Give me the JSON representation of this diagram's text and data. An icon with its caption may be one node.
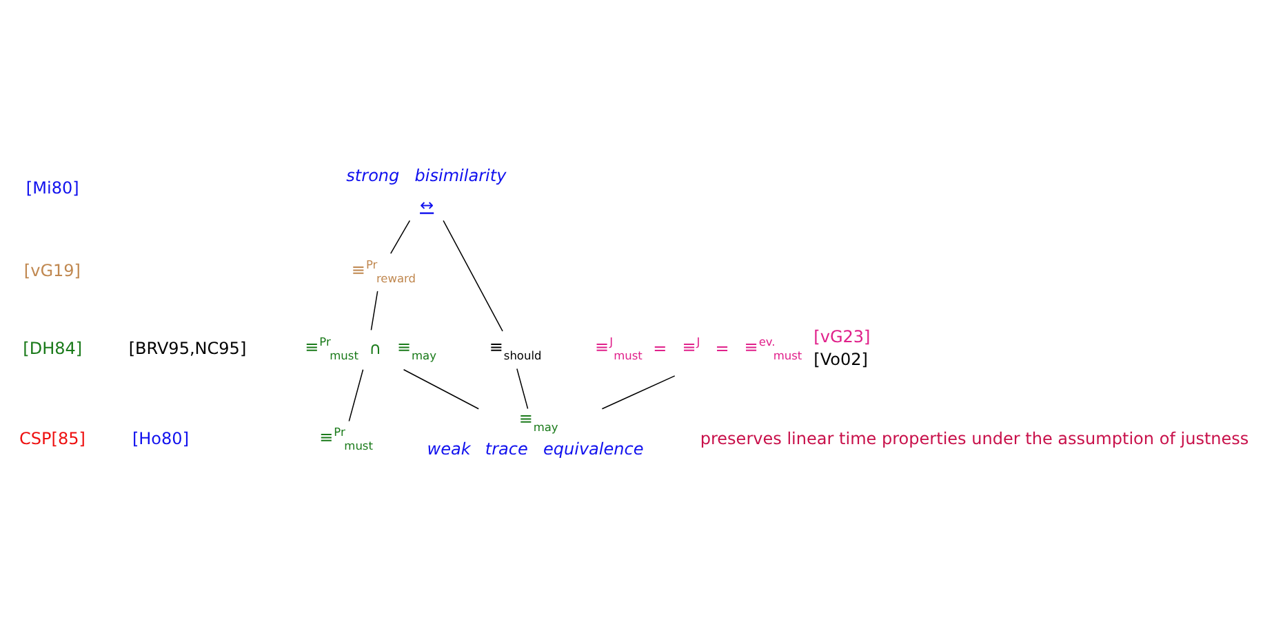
{
  "diagram": {
    "nodes": [
      {
        "text": [
          "strong bisimilarity",
          "↔"
        ]
      },
      {
        "text": [
          "≡$^{Pr}$$_{reward}$"
        ]
      },
      {
        "text": [
          "≡$^{Pr}$$_{must}$ ∩ ≡$_{may}$"
        ]
      },
      {
        "text": [
          "≡$_{should}$"
        ]
      },
      {
        "text": [
          "≡$^{J}$$_{must}$ = ≡$^{J}$ = ≡$^{ev.}$$_{must}$"
        ],
        "beside": [
          "[vG23]",
          "[Vo02]"
        ]
      },
      {
        "text": [
          "≡$^{Pr}$$_{must}$"
        ]
      },
      {
        "text": [
          "≡$_{may}$",
          "weak trace equivalence"
        ]
      }
    ],
    "edges": [
      {
        "from": 0,
        "to": 1,
        "arrow": "none"
      },
      {
        "from": 0,
        "to": 3,
        "arrow": "none"
      },
      {
        "from": 1,
        "to": 2,
        "arrow": "none"
      },
      {
        "from": 2,
        "to": 5,
        "arrow": "none"
      },
      {
        "from": 2,
        "to": 6,
        "arrow": "none"
      },
      {
        "from": 3,
        "to": 6,
        "arrow": "none"
      },
      {
        "from": 4,
        "to": 6,
        "arrow": "none"
      }
    ],
    "labels": [
      "[Mi80]",
      "[vG19]",
      "[DH84]",
      "[BRV95,NC95]",
      "preserves linear time properties under the assumption of justness",
      "CSP[85]",
      "[Ho80]"
    ]
  }
}
